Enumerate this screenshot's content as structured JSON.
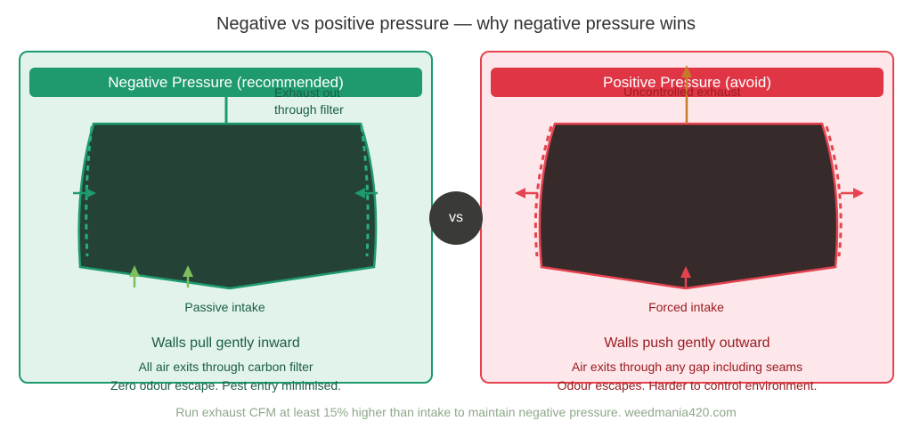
{
  "title": "Negative vs positive pressure — why negative pressure wins",
  "colors": {
    "negative_accent": "#1e9a6e",
    "negative_bg": "#e1f3ea",
    "negative_tent": "#244236",
    "positive_accent": "#e03545",
    "positive_bg": "#fde7ea",
    "positive_tent": "#362a2a",
    "intake_arrow": "#7cbf5a",
    "exhaust_arrow_positive": "#c87a2c"
  },
  "negative": {
    "header": "Negative Pressure (recommended)",
    "exhaust_label_1": "Exhaust out",
    "exhaust_label_2": "through filter",
    "intake_label": "Passive intake",
    "summary_head": "Walls pull gently inward",
    "summary_line1": "All air exits through carbon filter",
    "summary_line2": "Zero odour escape. Pest entry minimised."
  },
  "positive": {
    "header": "Positive Pressure (avoid)",
    "exhaust_label": "Uncontrolled exhaust",
    "intake_label": "Forced intake",
    "summary_head": "Walls push gently outward",
    "summary_line1": "Air exits through any gap including seams",
    "summary_line2": "Odour escapes. Harder to control environment."
  },
  "vs_label": "vs",
  "footer": "Run exhaust CFM at least 15% higher than intake to maintain negative pressure. weedmania420.com"
}
